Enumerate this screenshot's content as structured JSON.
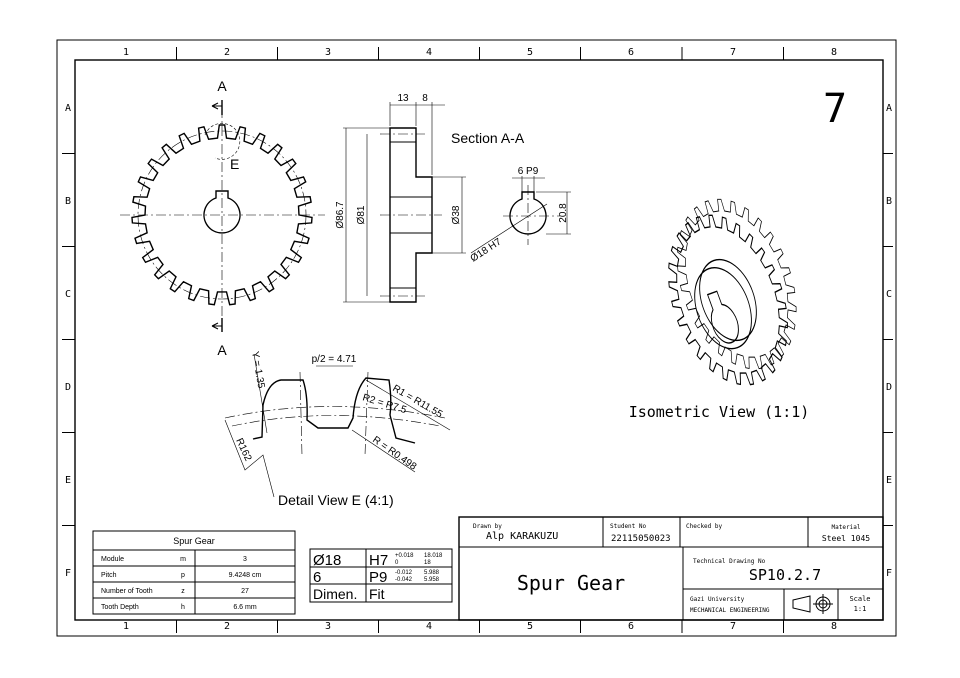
{
  "sheet": {
    "columns": [
      "1",
      "2",
      "3",
      "4",
      "5",
      "6",
      "7",
      "8"
    ],
    "rows": [
      "A",
      "B",
      "C",
      "D",
      "E",
      "F"
    ],
    "sheet_number": "7"
  },
  "front_view": {
    "section_marker": "A",
    "detail_marker": "E",
    "teeth": 27
  },
  "section_view": {
    "title": "Section A-A",
    "dims": {
      "width1": "13",
      "width2": "8",
      "outer_dia": "Ø86.7",
      "root_dia": "Ø81",
      "hub_dia": "Ø38"
    }
  },
  "bore_view": {
    "key_width": "6 P9",
    "bore": "Ø18 H7",
    "key_depth": "20.8"
  },
  "detail_view": {
    "title": "Detail View E (4:1)",
    "pitch_half": "p/2 = 4.71",
    "y": "Y = 1.35",
    "r1": "R1 = R11.55",
    "r2": "R2 = R7.5",
    "r": "R = R0.498",
    "r162": "R162"
  },
  "isometric_view": {
    "title": "Isometric View (1:1)"
  },
  "spec_table": {
    "title": "Spur Gear",
    "rows": [
      {
        "name": "Module",
        "symbol": "m",
        "value": "3"
      },
      {
        "name": "Pitch",
        "symbol": "p",
        "value": "9.4248 cm"
      },
      {
        "name": "Number of Tooth",
        "symbol": "z",
        "value": "27"
      },
      {
        "name": "Tooth Depth",
        "symbol": "h",
        "value": "6.6 mm"
      }
    ]
  },
  "fit_table": {
    "rows": [
      {
        "dim": "Ø18",
        "fit": "H7",
        "dev_upper": "+0.018",
        "dev_lower": "0",
        "lim_upper": "18.018",
        "lim_lower": "18"
      },
      {
        "dim": "6",
        "fit": "P9",
        "dev_upper": "-0.012",
        "dev_lower": "-0.042",
        "lim_upper": "5.988",
        "lim_lower": "5.958"
      }
    ],
    "header_dim": "Dimen.",
    "header_fit": "Fit"
  },
  "title_block": {
    "drawn_by_label": "Drawn by",
    "drawn_by": "Alp KARAKUZU",
    "student_no_label": "Student No",
    "student_no": "22115050023",
    "checked_by_label": "Checked by",
    "material_label": "Material",
    "material": "Steel 1045",
    "title": "Spur Gear",
    "drawing_no_label": "Technical Drawing No",
    "drawing_no": "SP10.2.7",
    "university": "Gazi University",
    "department": "MECHANICAL ENGINEERING",
    "scale_label": "Scale",
    "scale": "1:1"
  }
}
